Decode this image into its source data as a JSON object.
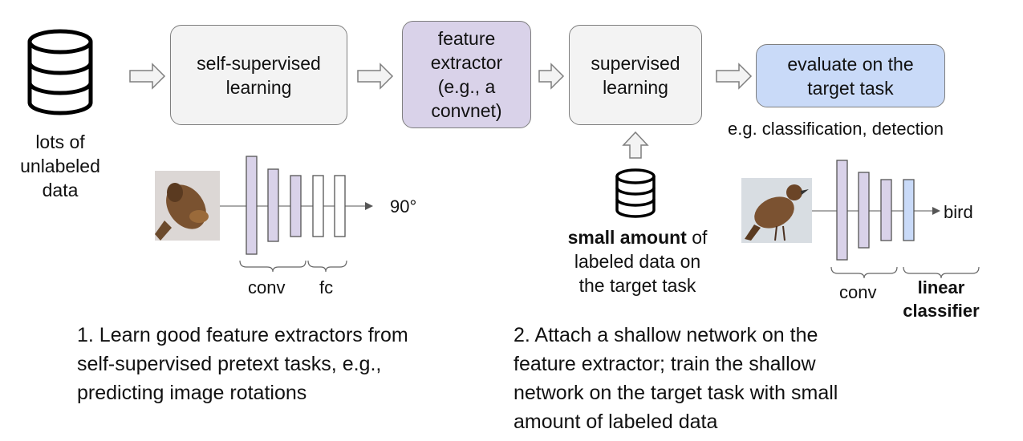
{
  "inputs": {
    "unlabeled_caption": [
      "lots of",
      "unlabeled",
      "data"
    ],
    "labeled_caption": {
      "bold": "small amount",
      "rest_line1": " of",
      "line2": "labeled data on",
      "line3": "the target task"
    }
  },
  "boxes": {
    "ssl": [
      "self-supervised",
      "learning"
    ],
    "feature_extractor": [
      "feature",
      "extractor",
      "(e.g., a",
      "convnet)"
    ],
    "supervised": [
      "supervised",
      "learning"
    ],
    "evaluate": [
      "evaluate on the",
      "target task"
    ]
  },
  "evaluate_caption": "e.g. classification, detection",
  "left_network": {
    "output": "90°",
    "conv_label": "conv",
    "fc_label": "fc",
    "image_alt": "rotated bird photo"
  },
  "right_network": {
    "output": "bird",
    "conv_label": "conv",
    "classifier_label": [
      "linear",
      "classifier"
    ],
    "image_alt": "bird photo"
  },
  "steps": {
    "step1": [
      "1. Learn good feature extractors from",
      "self-supervised pretext tasks, e.g.,",
      "predicting image rotations"
    ],
    "step2": [
      "2. Attach a shallow network on the",
      "feature extractor; train the shallow",
      "network on the target task with small",
      "amount of labeled data"
    ]
  },
  "colors": {
    "box_gray": "#f3f3f3",
    "box_purple": "#d9d2e9",
    "box_blue": "#c9daf8",
    "layer_purple": "#d9d2e9",
    "layer_blue": "#c9daf8",
    "border": "#7f7f7f"
  }
}
